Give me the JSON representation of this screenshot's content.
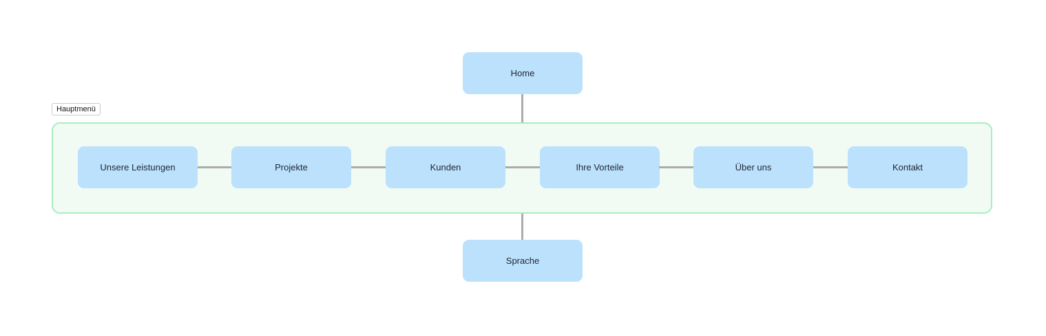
{
  "diagram": {
    "type": "sitemap-flow",
    "colors": {
      "canvas_bg": "#ffffff",
      "node_fill": "#bbe1fc",
      "node_text": "#1f2430",
      "connector": "#ababab",
      "group_fill": "#f1fbf4",
      "group_border": "#a8edbe",
      "group_label_bg": "#ffffff",
      "group_label_border": "#c9c9c9"
    },
    "nodes": {
      "home": {
        "label": "Home"
      },
      "sprache": {
        "label": "Sprache"
      }
    },
    "group": {
      "label": "Hauptmenü",
      "items": [
        {
          "label": "Unsere Leistungen"
        },
        {
          "label": "Projekte"
        },
        {
          "label": "Kunden"
        },
        {
          "label": "Ihre Vorteile"
        },
        {
          "label": "Über uns"
        },
        {
          "label": "Kontakt"
        }
      ]
    },
    "connections": [
      {
        "from": "Home",
        "to": "Hauptmenü group"
      },
      {
        "from": "Hauptmenü group",
        "to": "Sprache"
      },
      {
        "from": "Unsere Leistungen",
        "to": "Projekte"
      },
      {
        "from": "Projekte",
        "to": "Kunden"
      },
      {
        "from": "Kunden",
        "to": "Ihre Vorteile"
      },
      {
        "from": "Ihre Vorteile",
        "to": "Über uns"
      },
      {
        "from": "Über uns",
        "to": "Kontakt"
      }
    ]
  }
}
